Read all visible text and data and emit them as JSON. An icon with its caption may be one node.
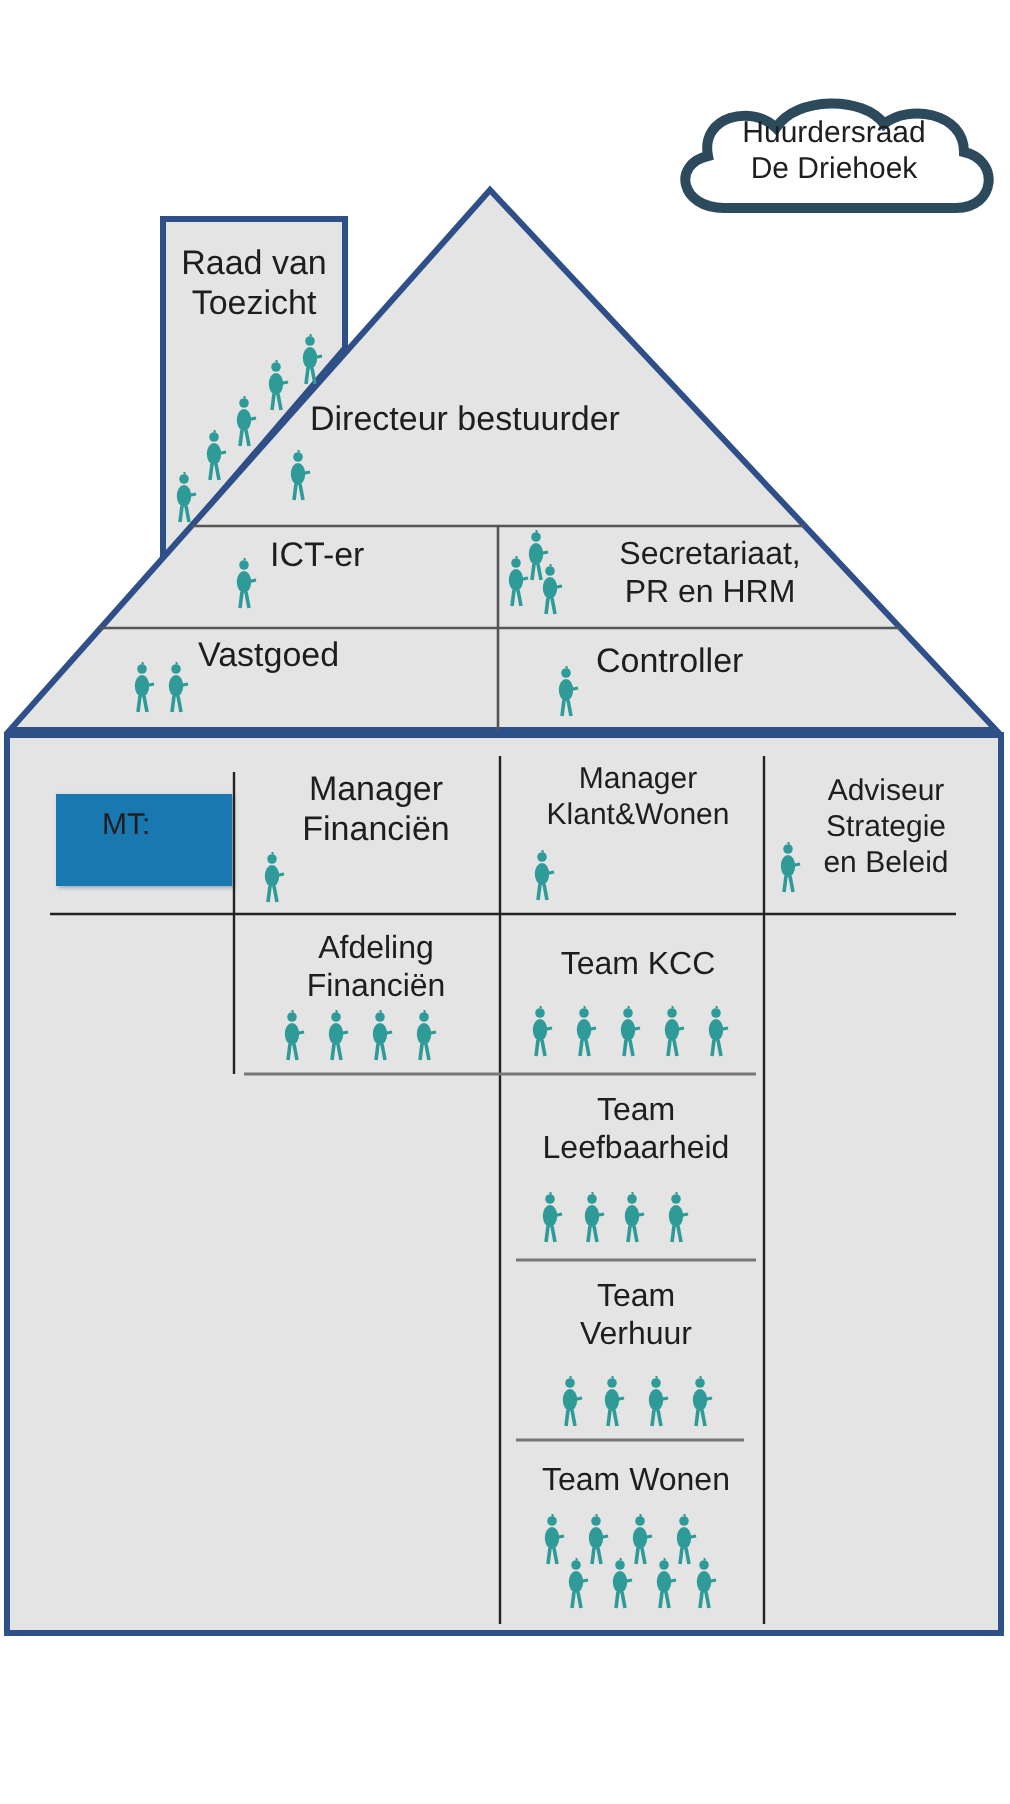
{
  "diagram": {
    "nodes": [
      {
        "text": [
          "Huurdersraad De Driehoek"
        ]
      },
      {
        "text": [
          "Raad van Toezicht"
        ]
      },
      {
        "text": [],
        "shape": "triangle"
      },
      {
        "text": [
          "Directeur bestuurder"
        ],
        "in": 2
      },
      {
        "text": [
          "ICT-er"
        ],
        "in": 2
      },
      {
        "text": [
          "Secretariaat, PR en HRM"
        ],
        "in": 2
      },
      {
        "text": [
          "Vastgoed"
        ],
        "in": 2
      },
      {
        "text": [
          "Controller"
        ],
        "in": 2
      },
      {
        "text": [],
        "shape": "box"
      },
      {
        "text": [
          "MT:"
        ],
        "in": 8
      },
      {
        "text": [
          "Manager Financiën"
        ],
        "in": 8
      },
      {
        "text": [
          "Manager Klant&Wonen"
        ],
        "in": 8
      },
      {
        "text": [
          "Adviseur Strategie en Beleid"
        ],
        "in": 8
      },
      {
        "text": [
          "Afdeling Financiën"
        ],
        "in": 8
      },
      {
        "text": [
          "Team KCC"
        ],
        "in": 8
      },
      {
        "text": [
          "Team Leefbaarheid"
        ],
        "in": 8
      },
      {
        "text": [
          "Team Verhuur"
        ],
        "in": 8
      },
      {
        "text": [
          "Team Wonen"
        ],
        "in": 8
      }
    ]
  }
}
